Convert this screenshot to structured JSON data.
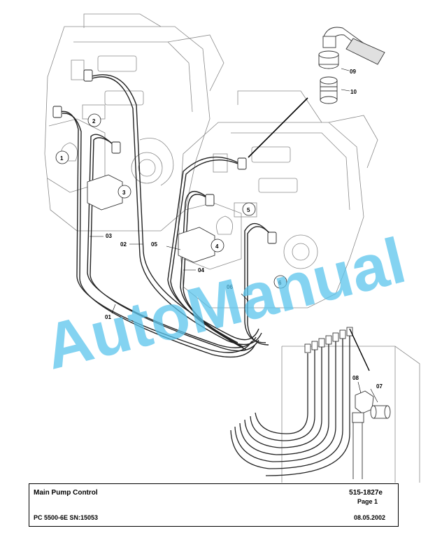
{
  "document": {
    "title": "Main Pump Control",
    "doc_number": "515-1827e",
    "page": "Page 1",
    "model": "PC 5500-6E SN:15053",
    "date": "08.05.2002"
  },
  "watermark": {
    "text": "AutoManual",
    "color": "#5bc4ec"
  },
  "callouts": {
    "c01": "01",
    "c02": "02",
    "c03": "03",
    "c04": "04",
    "c05": "05",
    "c06": "06",
    "c07": "07",
    "c08": "08",
    "c09": "09",
    "c10": "10"
  },
  "pump_numbers": {
    "p1": "1",
    "p2": "2",
    "p3": "3",
    "p4": "4",
    "p5": "5",
    "p6": "6"
  }
}
